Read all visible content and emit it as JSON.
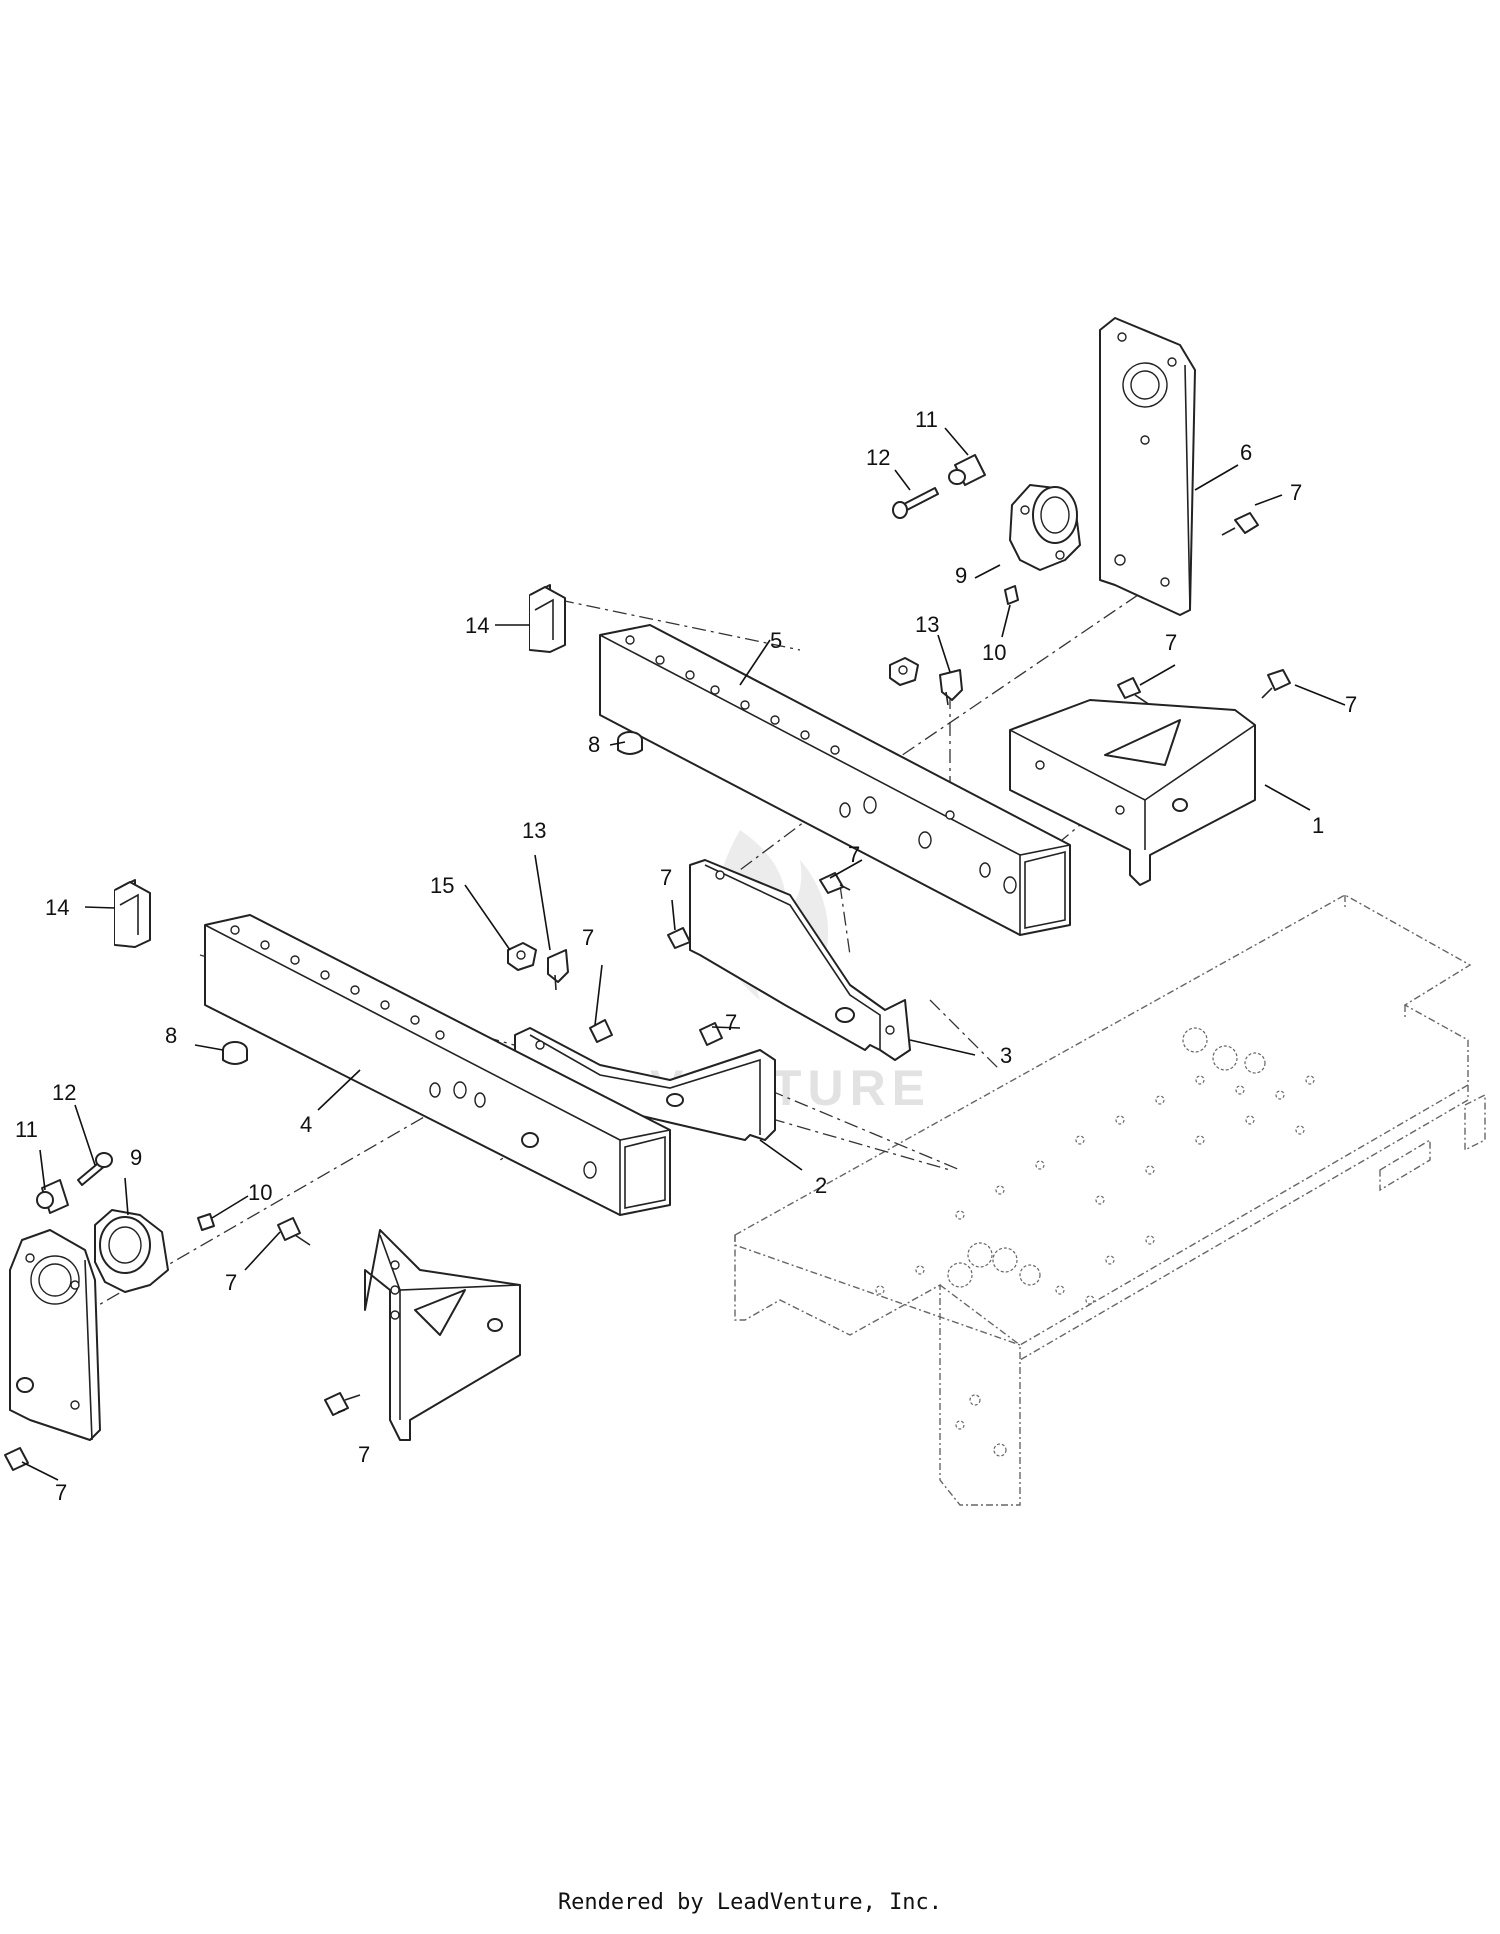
{
  "footer_text": "Rendered by LeadVenture, Inc.",
  "watermark_text": "LEADVENTURE",
  "callouts": {
    "c1": "1",
    "c2": "2",
    "c3": "3",
    "c4": "4",
    "c5": "5",
    "c6": "6",
    "c7": "7",
    "c8": "8",
    "c9": "9",
    "c10": "10",
    "c11": "11",
    "c12": "12",
    "c13": "13",
    "c14": "14",
    "c15": "15"
  }
}
